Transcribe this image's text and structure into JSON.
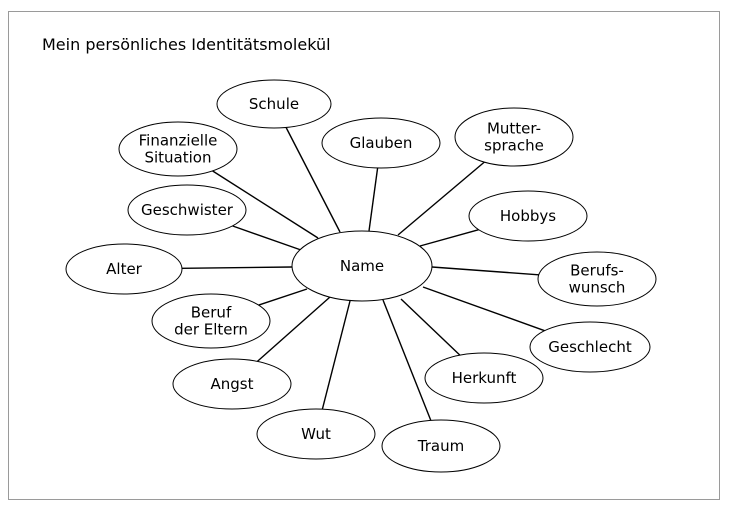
{
  "title": "Mein persönliches Identitätsmolekül",
  "center": {
    "label": "Name"
  },
  "nodes": [
    {
      "id": "schule",
      "lines": [
        "Schule"
      ]
    },
    {
      "id": "finanzielle-situation",
      "lines": [
        "Finanzielle",
        "Situation"
      ]
    },
    {
      "id": "glauben",
      "lines": [
        "Glauben"
      ]
    },
    {
      "id": "muttersprache",
      "lines": [
        "Mutter-",
        "sprache"
      ]
    },
    {
      "id": "geschwister",
      "lines": [
        "Geschwister"
      ]
    },
    {
      "id": "hobbys",
      "lines": [
        "Hobbys"
      ]
    },
    {
      "id": "alter",
      "lines": [
        "Alter"
      ]
    },
    {
      "id": "berufswunsch",
      "lines": [
        "Berufs-",
        "wunsch"
      ]
    },
    {
      "id": "beruf-der-eltern",
      "lines": [
        "Beruf",
        "der Eltern"
      ]
    },
    {
      "id": "geschlecht",
      "lines": [
        "Geschlecht"
      ]
    },
    {
      "id": "angst",
      "lines": [
        "Angst"
      ]
    },
    {
      "id": "herkunft",
      "lines": [
        "Herkunft"
      ]
    },
    {
      "id": "wut",
      "lines": [
        "Wut"
      ]
    },
    {
      "id": "traum",
      "lines": [
        "Traum"
      ]
    }
  ]
}
